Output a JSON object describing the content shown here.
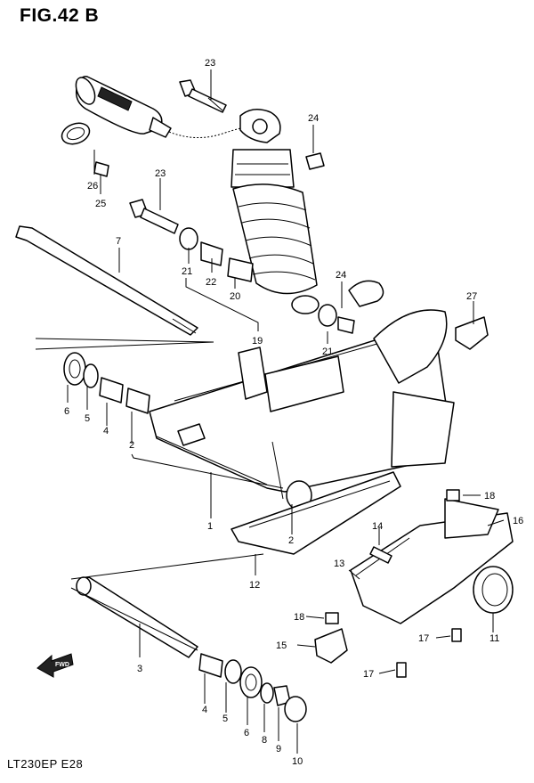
{
  "figure_title": "FIG.42 B",
  "model_code": "LT230EP  E28",
  "fwd_label": "FWD",
  "callouts": [
    "23",
    "24",
    "26",
    "25",
    "23",
    "7",
    "21",
    "22",
    "20",
    "19",
    "24",
    "21",
    "27",
    "6",
    "5",
    "4",
    "2",
    "1",
    "2",
    "12",
    "18",
    "16",
    "14",
    "13",
    "18",
    "15",
    "11",
    "17",
    "17",
    "3",
    "4",
    "5",
    "6",
    "8",
    "9",
    "10"
  ]
}
